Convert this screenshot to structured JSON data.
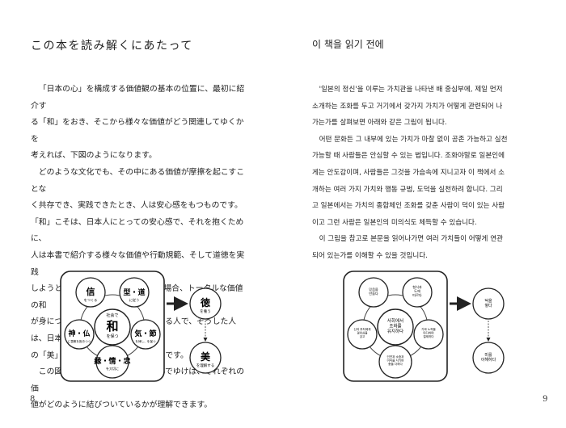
{
  "left_page": {
    "title": "この本を読み解くにあたって",
    "paragraphs": [
      "「日本の心」を構成する価値観の基本の位置に、最初に紹介す\nる「和」をおき、そこから様々な価値がどう関連してゆくかを\n考えれば、下図のようになります。",
      "どのような文化でも、その中にある価値が摩擦を起こすことな\nく共存でき、実践できたとき、人は安心感をもつものです。\n「和」こそは、日本人にとっての安心感で、それを抱くために、\n人は本書で紹介する様々な価値や行動規範、そして道徳を実践\nしようとするのです。そして、日本の場合、トータルな価値の和\nが身につけられている人が「徳」のある人で、そうした人は、日本人\nの「美」意識も体得できるというわけです。",
      "この図を参照しながら、本文を読んでゆけば、それぞれの価\n値がどのように結びついているかが理解できます。"
    ],
    "page_number": "8",
    "diagram": {
      "center_main": "和",
      "center_top": "社会で",
      "center_bottom": "を保つ",
      "nodes": [
        {
          "main": "信",
          "sub": "をつくる"
        },
        {
          "main": "型・道",
          "sub": "に従う"
        },
        {
          "main": "気・節",
          "sub": "を律し、を保つ"
        },
        {
          "main": "縁・情・忠",
          "sub": "を大切に"
        },
        {
          "main": "神・仏",
          "sub": "に畏敬を抱きつつ"
        }
      ],
      "result_top_main": "徳",
      "result_top_sub": "を養う",
      "result_bottom_main": "美",
      "result_bottom_sub": "を理解する"
    }
  },
  "right_page": {
    "title": "이 책을 읽기 전에",
    "paragraphs": [
      "'일본의 정신'을 이루는 가치관을 나타낸 배 중심부에, 제일 먼저\n소개하는 조화를 두고 거기에서 갖가지 가치가 어떻게 관련되어 나\n가는가를 살펴보면 아래와 같은 그림이 됩니다.",
      "어떤 문화든 그 내부에 있는 가치가 마찰 없이 공존 가능하고 실천\n가능할 때 사람들은 안심할 수 있는 법입니다. 조화야말로 일본인에\n게는 안도감이며, 사람들은 그것을 가슴속에 지니고자 이 책에서 소\n개하는 여러 가지 가치와 행동 규범, 도덕을 실천하려 합니다. 그리\n고 일본에서는 가치의 종합체인 조화를 갖춘 사람이 덕이 있는 사람\n이고 그런 사람은 일본인의 미의식도 체득할 수 있습니다.",
      "이 그림을 참고로 본문을 읽어나가면 여러 가치들이 어떻게 연관\n되어 있는가를 이해할 수 있을 것입니다."
    ],
    "page_number": "9",
    "diagram": {
      "center": "사회에서\n조화를\n유지하다",
      "nodes": [
        "믿음을\n만들다",
        "형식과\n도에\n따르다",
        "기와 노력을\n마다하며\n절제하다",
        "인연과 소중과\n이익을 지키며\n충을 다하다",
        "신과 부처에게\n경외심을\n갖고"
      ],
      "result_top": "덕을\n쌓다",
      "result_bottom": "미를\n이해하다"
    }
  }
}
